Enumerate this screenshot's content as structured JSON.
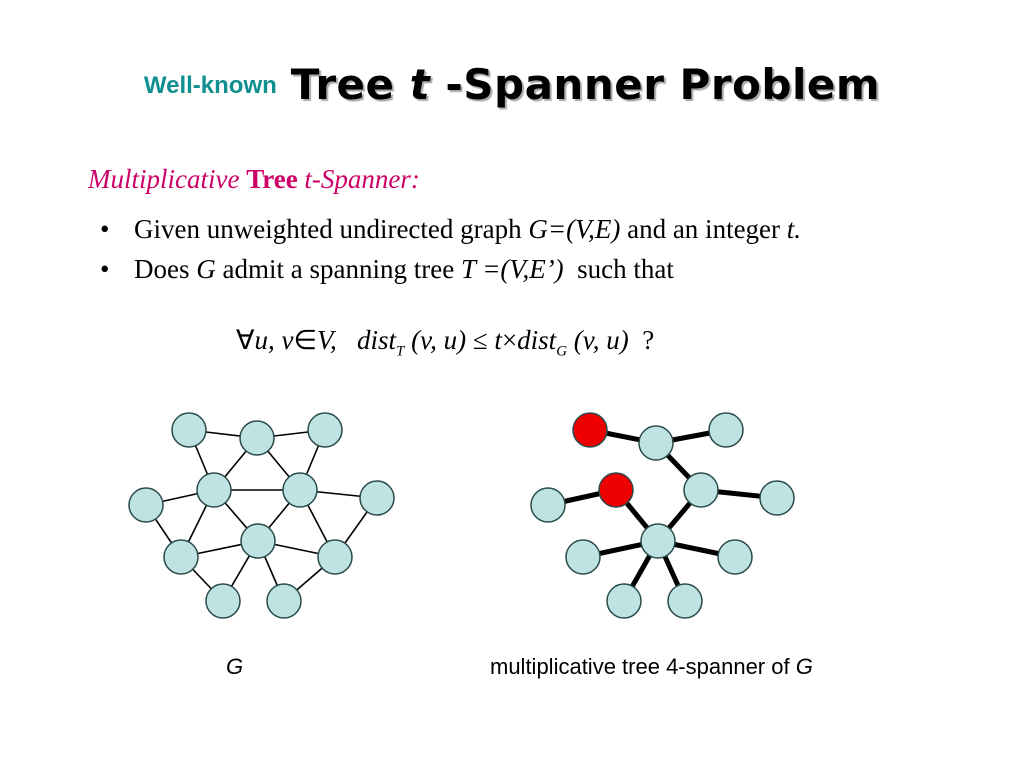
{
  "title": {
    "prefix": "Well-known",
    "main_part1": "Tree",
    "main_italic": "t",
    "main_part2": "-Spanner Problem"
  },
  "subtitle": {
    "part1": "Multiplicative",
    "part2": "Tree",
    "part3": "t-Spanner:"
  },
  "bullets": [
    {
      "marker": "•",
      "t1": "Given unweighted undirected graph",
      "i1": "G=(V,E)",
      "t2": "and an integer",
      "i2": "t."
    },
    {
      "marker": "•",
      "t1": "Does",
      "i1": "G",
      "t2": "admit a spanning tree",
      "i2": "T =(V,E’)",
      "t3": "such that"
    }
  ],
  "formula": {
    "forall": "∀",
    "vars": "u, v",
    "elem": "∈",
    "set": "V,",
    "dist1": "dist",
    "sub1": "T",
    "args1": "(v, u)",
    "leq": "≤",
    "t": "t",
    "times": "×",
    "dist2": "dist",
    "sub2": "G",
    "args2": "(v, u)",
    "q": "?"
  },
  "captions": {
    "left": "G",
    "right_text": "multiplicative tree 4-spanner of",
    "right_italic": "G"
  },
  "colors": {
    "node_fill": "#bfe3e3",
    "highlight_fill": "#ee0000",
    "title_accent": "#0f8f8f",
    "subtitle": "#cc0066"
  }
}
